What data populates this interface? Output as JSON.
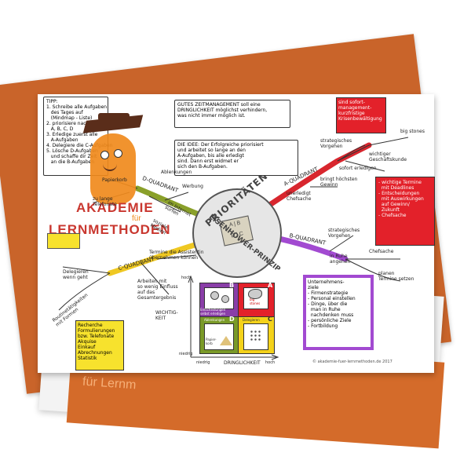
{
  "logo": {
    "line1": "AKADEMIE",
    "line2": "für",
    "line3": "LERNMETHODEN",
    "colors": {
      "red": "#c9372f",
      "orange": "#f08a1c",
      "brown": "#5a2d1a"
    }
  },
  "center": {
    "title_top": "PRIORITÄTEN",
    "title_bottom": "EISENHOWER-PRINZIP"
  },
  "quadrants": {
    "a": "A-QUADRANT",
    "b": "B-QUADRANT",
    "c": "C-QUADRANT",
    "d": "D-QUADRANT"
  },
  "header": {
    "quote": "GUTES ZEITMANAGEMENT soll eine\nDRINGLICHKEIT möglichst verhindern,\nwas nicht immer möglich ist.",
    "idea": "DIE IDEE: Der Erfolgreiche priorisiert\nund arbeitet so lange an den\nA-Aufgaben, bis alle erledigt\nsind. Dann erst widmet er\nsich den B-Aufgaben."
  },
  "tips": {
    "text": "TIPP:\n1. Schreibe alle Aufgaben\n   des Tages auf\n   (Mindmap - Liste)\n2. priorisiere nach\n   A, B, C, D\n3. Erledige zuerst alle\n   A-Aufgaben\n4. Delegiere die C-Aufgaben\n5. Lösche D-Aufgaben\n   und schaffe dir Zeit\n   an die B-Aufgaben"
  },
  "branch_a": {
    "items": [
      "strategisches\nVorgehen",
      "big stones",
      "wichtiger\nGeschäftskunde",
      "sofort erledigen",
      "bringt höchsten\nGewinn",
      "unerledigt\nChefsache"
    ],
    "red_note_top": "sind sofort-\nmanagement-\nkurzfristige\nKrisenbewältigung",
    "red_note_right": "- wichtige Termine\n  mit Deadlines\n- Entscheidungen\n  mit Auswirkungen\n  auf Gewinn/\n  Zukunft\n- Chefsache"
  },
  "branch_b": {
    "items": [
      "strategisches\nVorgehen",
      "in Ruhe\nangehen",
      "Chefsache",
      "planen\nTermine setzen"
    ],
    "purple_note": "Unternehmens-\nziele\n- Firmenstrategie\n- Personal einstellen\n- Dinge, über die\n  man in Ruhe\n  nachdenken muss\n- persönliche Ziele\n- Fortbildung"
  },
  "branch_c": {
    "items": [
      "Delegieren\nwenn geht",
      "Arbeiten mit\nso wenig Einfluss\nauf das\nGesamtergebnis",
      "Termine die Assistentin\nübernehmen können",
      "Routinetätigkeiten\nmit Formen"
    ],
    "yellow_note": "Recherche\nFormulierungen\nbzw. Telefonate\nAkquise\nEinkauf\nAbrechnungen\nStatistik"
  },
  "branch_d": {
    "items": [
      "Papierkorb",
      "Ablenkungen",
      "Werbung",
      "im Internet\nsurfen",
      "zu lange\nTelefonate",
      "soziale\nMedien"
    ]
  },
  "matrix": {
    "y_label_top": "hoch",
    "y_label": "WICHTIG-\nKEIT",
    "y_label_bottom": "niedrig",
    "x_label_left": "niedrig",
    "x_label": "DRINGLICHKEIT",
    "x_label_right": "hoch",
    "cells": {
      "b": "B",
      "a": "A",
      "d": "D",
      "c": "C",
      "b_caption": "Entscheidungen\nselbst erledigen",
      "a_caption": "big\nstones",
      "d_caption": "Ablenkungen",
      "c_caption": "Delegieren",
      "d_basket": "Papier-\nkorb"
    },
    "colors": {
      "b": "#8a3ea8",
      "a": "#e3212a",
      "d": "#7a9a28",
      "c": "#f4d21a"
    }
  },
  "copyright": "© akademie-fuer-lernmethoden.de 2017",
  "folder_text": "für Lernm",
  "colors": {
    "folder": "#c9642a",
    "paper": "#ffffff",
    "bg": "#ffffff"
  }
}
